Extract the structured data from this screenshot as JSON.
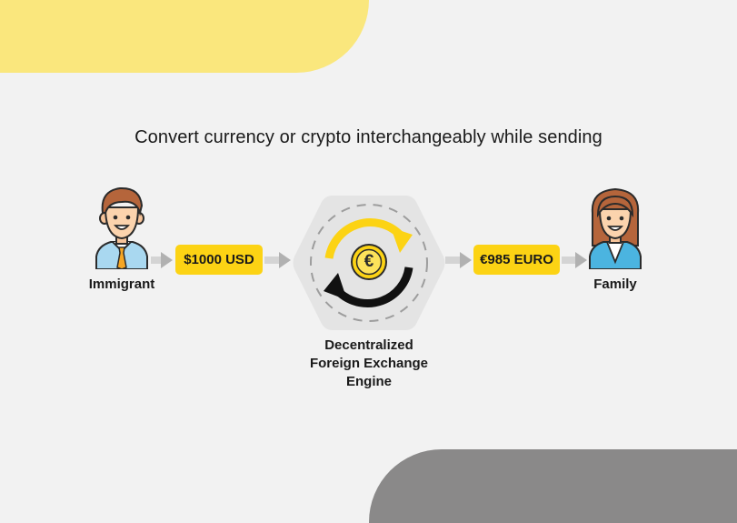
{
  "title": "Convert currency or crypto interchangeably while sending",
  "sender": {
    "label": "Immigrant"
  },
  "amount_sent": "$1000 USD",
  "engine": {
    "line1": "Decentralized",
    "line2": "Foreign Exchange",
    "line3": "Engine",
    "symbol": "€"
  },
  "amount_received": "€985 EURO",
  "recipient": {
    "label": "Family"
  },
  "colors": {
    "background": "#f2f2f2",
    "accent_yellow": "#fae77d",
    "pill_yellow": "#fcd314",
    "footer_gray": "#8a8989",
    "arrow_gray": "#d4d4d4",
    "hexagon": "#e4e4e4"
  },
  "icons": [
    "male-avatar-icon",
    "female-avatar-icon",
    "exchange-cycle-icon",
    "euro-coin-icon"
  ]
}
